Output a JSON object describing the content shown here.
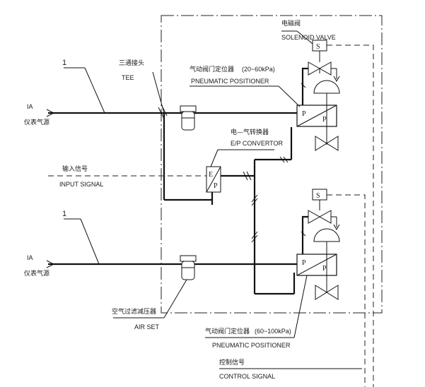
{
  "labels": {
    "item_1_top": "1",
    "item_1_bottom": "1",
    "ia_top": "IA",
    "ia_top_cn": "仪表气源",
    "ia_bottom": "IA",
    "ia_bottom_cn": "仪表气源",
    "tee_cn": "三通接头",
    "tee_en": "TEE",
    "solenoid_cn": "电磁阀",
    "solenoid_en": "SOLENOID VALVE",
    "positioner_top_cn": "气动阀门定位器",
    "positioner_top_range": "(20~60kPa)",
    "positioner_top_en": "PNEUMATIC POSITIONER",
    "ep_cn": "电—气转换器",
    "ep_en": "E/P CONVERTOR",
    "input_cn": "输入信号",
    "input_en": "INPUT SIGNAL",
    "airset_cn": "空气过滤减压器",
    "airset_en": "AIR SET",
    "positioner_bottom_cn": "气动阀门定位器",
    "positioner_bottom_range": "(60~100kPa)",
    "positioner_bottom_en": "PNEUMATIC POSITIONER",
    "control_cn": "控制信号",
    "control_en": "CONTROL SIGNAL"
  },
  "symbols": {
    "solenoid_letter": "S",
    "positioner_letter": "P",
    "ep_top_letter": "E",
    "ep_bottom_letter": "P"
  },
  "icons": [
    "solenoid-valve-icon",
    "actuator-diaphragm-icon",
    "control-valve-icon",
    "air-filter-icon",
    "positioner-icon",
    "ep-converter-icon"
  ],
  "colors": {
    "line": "#111111",
    "background": "#ffffff"
  }
}
